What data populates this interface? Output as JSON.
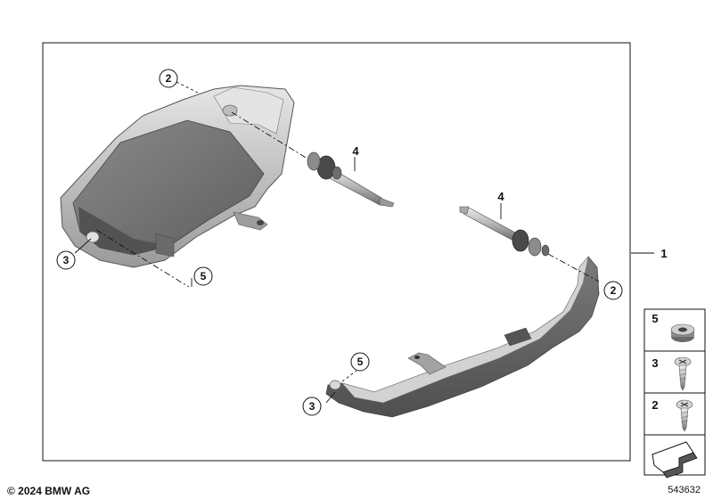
{
  "callouts": {
    "top_left_2": "2",
    "left_3": "3",
    "left_5": "5",
    "bolt_left_4": "4",
    "bolt_right_4": "4",
    "main_1": "1",
    "right_2": "2",
    "bottom_5": "5",
    "bottom_3": "3"
  },
  "legend": [
    {
      "number": "5",
      "icon": "washer-icon"
    },
    {
      "number": "3",
      "icon": "screw-icon"
    },
    {
      "number": "2",
      "icon": "screw-icon"
    }
  ],
  "footer": {
    "copyright": "© 2024 BMW AG",
    "doc_number": "543632"
  },
  "colors": {
    "line": "#111111",
    "part_dark": "#6f6f6f",
    "part_mid": "#a9a9a9",
    "part_light": "#d8d8d8"
  }
}
